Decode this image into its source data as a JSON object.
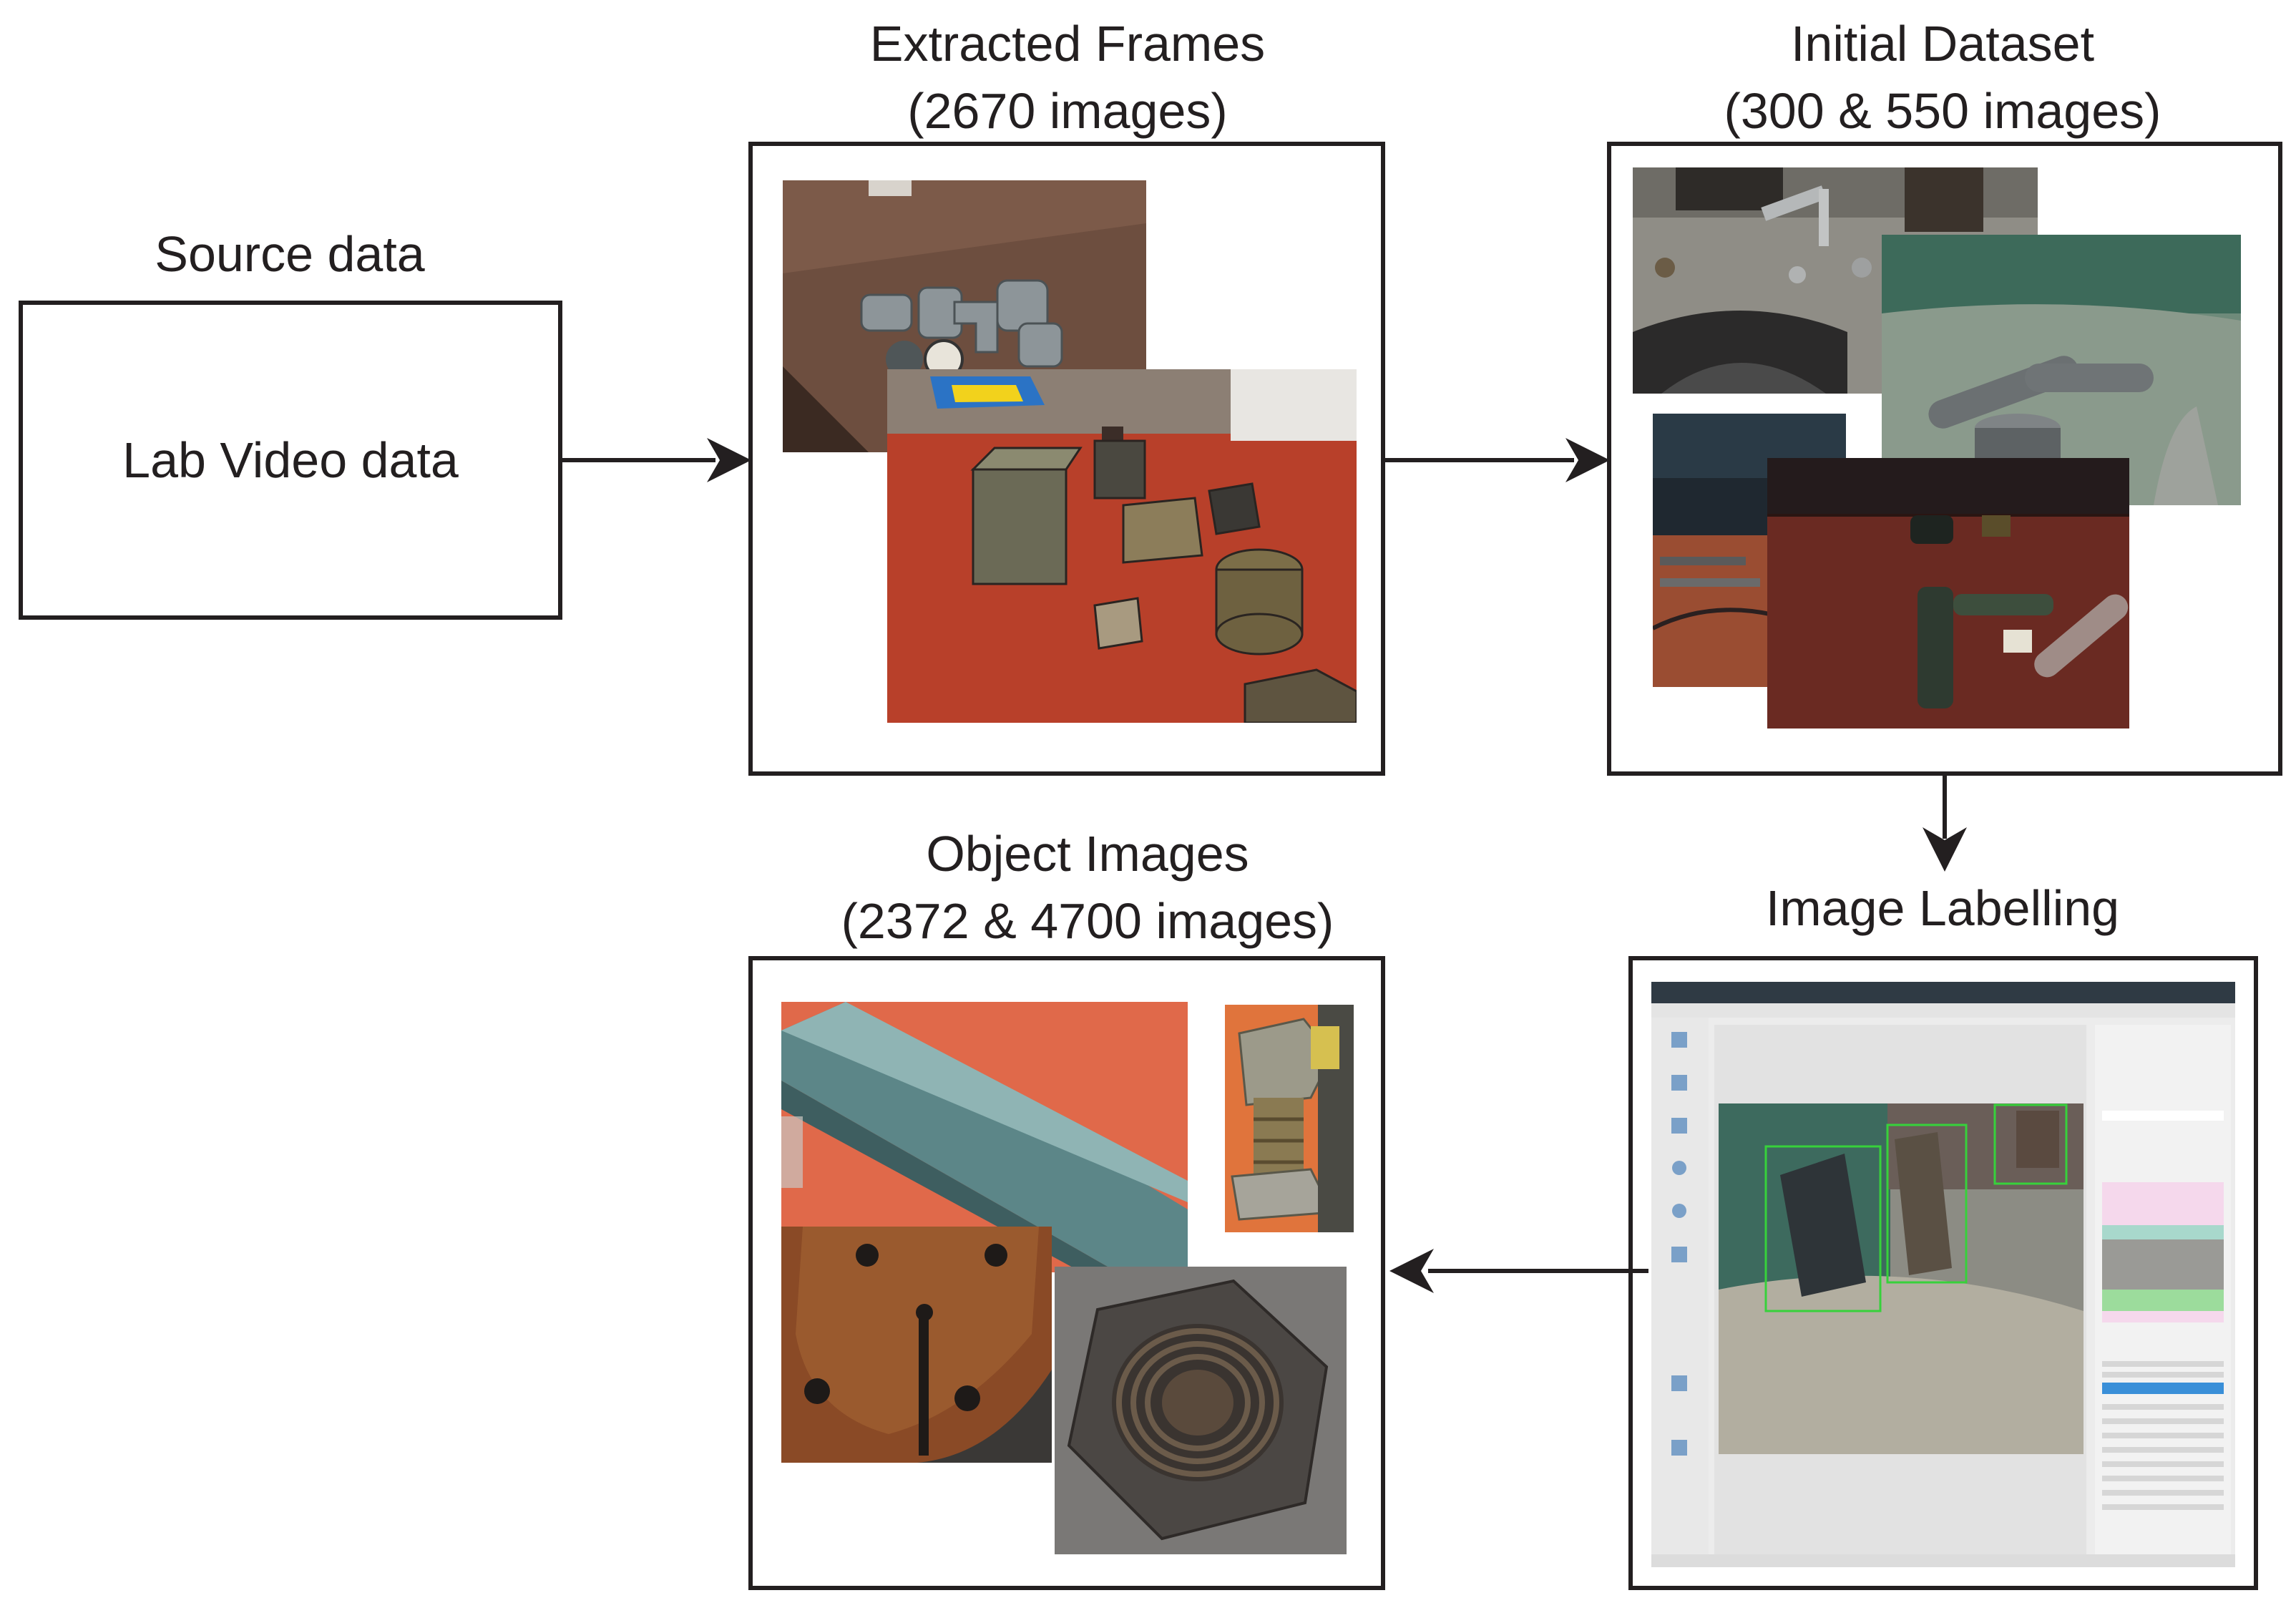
{
  "nodes": {
    "source": {
      "heading": "Source data",
      "body": "Lab Video data"
    },
    "extracted": {
      "heading_line1": "Extracted Frames",
      "heading_line2": "(2670 images)"
    },
    "initial": {
      "heading_line1": "Initial Dataset",
      "heading_line2": "(300 & 550 images)"
    },
    "labelling": {
      "heading": "Image Labelling"
    },
    "objects": {
      "heading_line1": "Object Images",
      "heading_line2": "(2372 & 4700 images)"
    }
  },
  "edges": [
    {
      "from": "source",
      "to": "extracted"
    },
    {
      "from": "extracted",
      "to": "initial"
    },
    {
      "from": "initial",
      "to": "labelling"
    },
    {
      "from": "labelling",
      "to": "objects"
    }
  ],
  "colors": {
    "stroke": "#231f20",
    "floor_red": "#b8402a",
    "concrete": "#8a8880",
    "pool_green": "#5e7f6a",
    "pvc_grey": "#7d8587",
    "rust": "#7a3e1e"
  }
}
